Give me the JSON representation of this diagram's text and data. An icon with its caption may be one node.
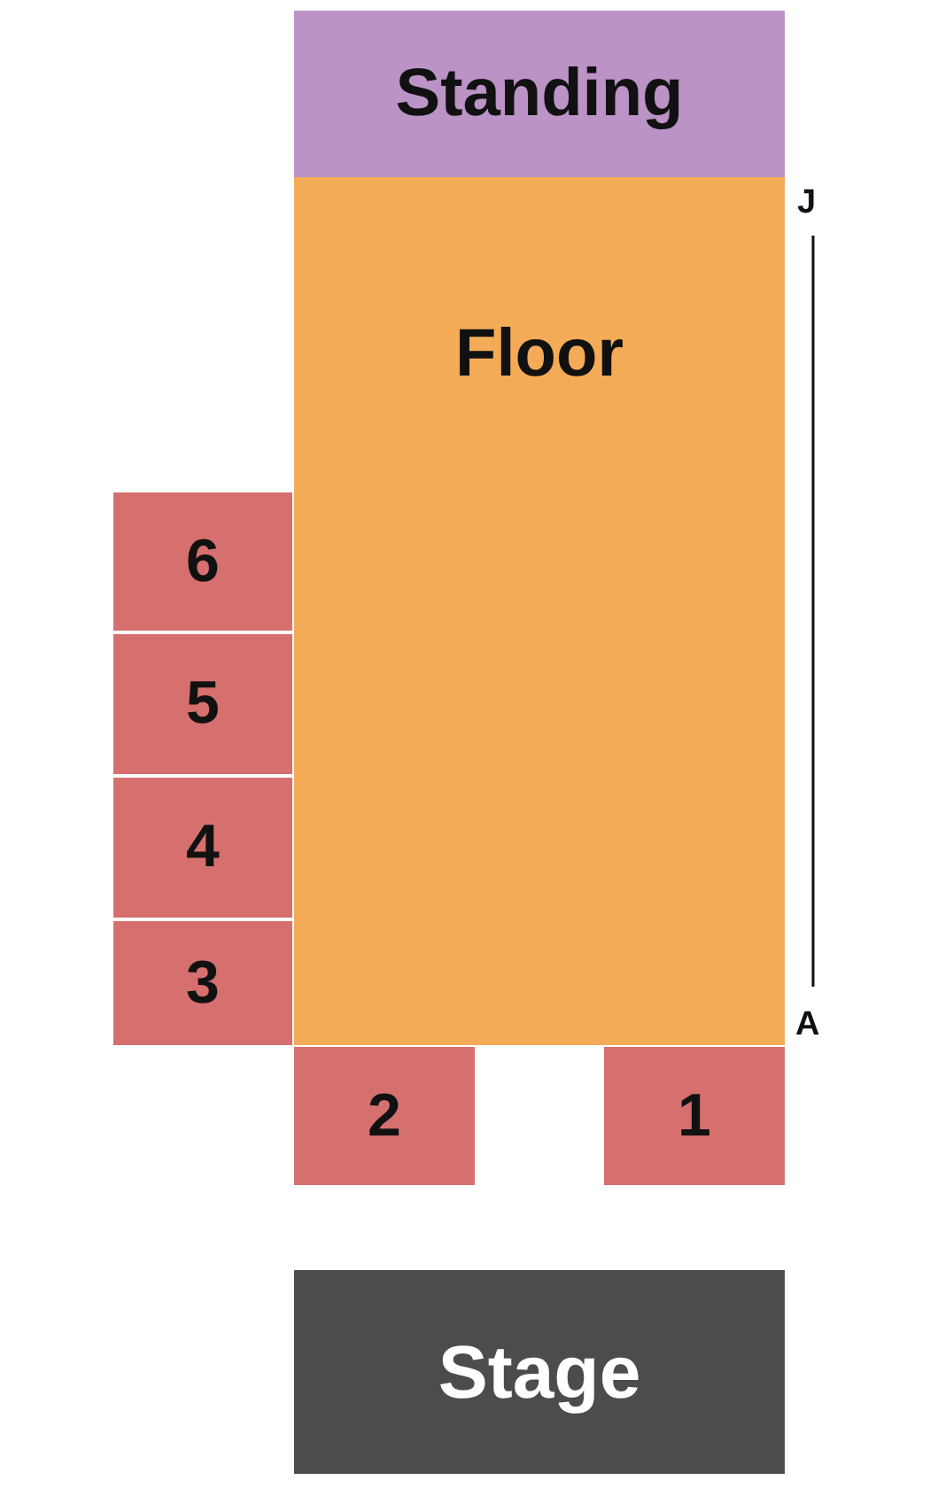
{
  "diagram": {
    "nodes": [
      {
        "text": [
          "Standing"
        ]
      },
      {
        "text": [
          "Floor"
        ]
      },
      {
        "text": [
          "6"
        ]
      },
      {
        "text": [
          "5"
        ]
      },
      {
        "text": [
          "4"
        ]
      },
      {
        "text": [
          "3"
        ]
      },
      {
        "text": [
          "2"
        ]
      },
      {
        "text": [
          "1"
        ]
      },
      {
        "text": [
          "Stage"
        ]
      }
    ],
    "labels": [
      "J",
      "A"
    ]
  }
}
